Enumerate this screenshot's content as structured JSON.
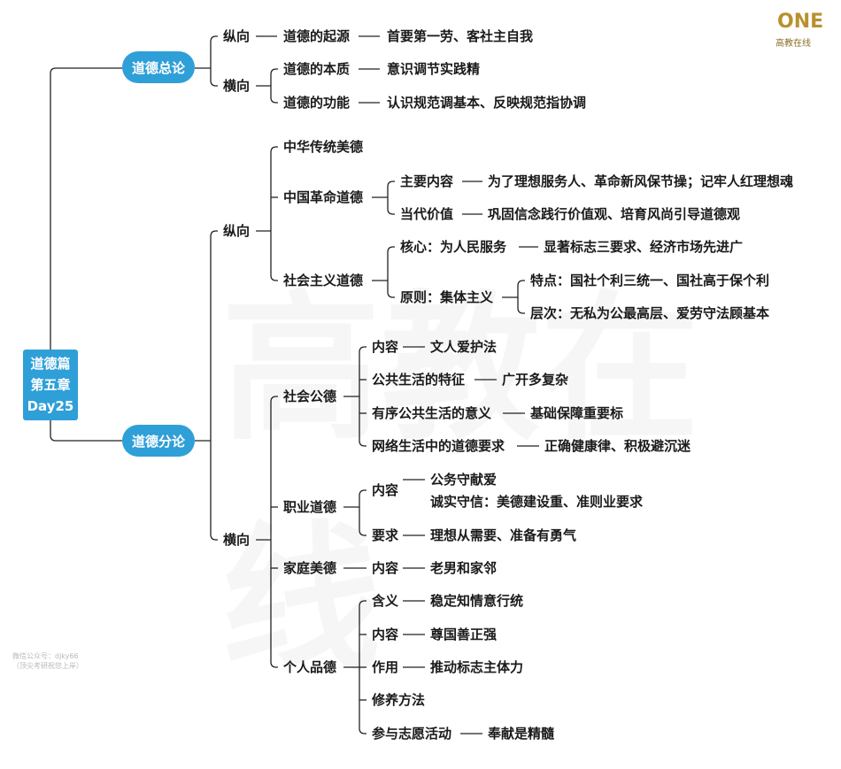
{
  "root": {
    "lines": [
      "道德篇",
      "第五章",
      "Day25"
    ]
  },
  "sections": [
    {
      "label": "道德总论",
      "children": [
        {
          "label": "纵向",
          "children": [
            {
              "label": "道德的起源",
              "children": [
                {
                  "label": "首要第一劳、客社主自我"
                }
              ]
            }
          ]
        },
        {
          "label": "横向",
          "children": [
            {
              "label": "道德的本质",
              "children": [
                {
                  "label": "意识调节实践精"
                }
              ]
            },
            {
              "label": "道德的功能",
              "children": [
                {
                  "label": "认识规范调基本、反映规范指协调"
                }
              ]
            }
          ]
        }
      ]
    },
    {
      "label": "道德分论",
      "children": [
        {
          "label": "纵向",
          "children": [
            {
              "label": "中华传统美德"
            },
            {
              "label": "中国革命道德",
              "children": [
                {
                  "label": "主要内容",
                  "children": [
                    {
                      "label": "为了理想服务人、革命新风保节操；记牢人红理想魂"
                    }
                  ]
                },
                {
                  "label": "当代价值",
                  "children": [
                    {
                      "label": "巩固信念践行价值观、培育风尚引导道德观"
                    }
                  ]
                }
              ]
            },
            {
              "label": "社会主义道德",
              "children": [
                {
                  "label": "核心：为人民服务",
                  "children": [
                    {
                      "label": "显著标志三要求、经济市场先进广"
                    }
                  ]
                },
                {
                  "label": "原则：集体主义",
                  "children": [
                    {
                      "label": "特点：国社个利三统一、国社高于保个利"
                    },
                    {
                      "label": "层次：无私为公最高层、爱劳守法顾基本"
                    }
                  ]
                }
              ]
            }
          ]
        },
        {
          "label": "横向",
          "children": [
            {
              "label": "社会公德",
              "children": [
                {
                  "label": "内容",
                  "children": [
                    {
                      "label": "文人爱护法"
                    }
                  ]
                },
                {
                  "label": "公共生活的特征",
                  "children": [
                    {
                      "label": "广开多复杂"
                    }
                  ]
                },
                {
                  "label": "有序公共生活的意义",
                  "children": [
                    {
                      "label": "基础保障重要标"
                    }
                  ]
                },
                {
                  "label": "网络生活中的道德要求",
                  "children": [
                    {
                      "label": "正确健康律、积极避沉迷"
                    }
                  ]
                }
              ]
            },
            {
              "label": "职业道德",
              "children": [
                {
                  "label": "内容",
                  "children": [
                    {
                      "label": "公务守献爱"
                    },
                    {
                      "label": "诚实守信：美德建设重、准则业要求"
                    }
                  ]
                },
                {
                  "label": "要求",
                  "children": [
                    {
                      "label": "理想从需要、准备有勇气"
                    }
                  ]
                }
              ]
            },
            {
              "label": "家庭美德",
              "children": [
                {
                  "label": "内容",
                  "children": [
                    {
                      "label": "老男和家邻"
                    }
                  ]
                }
              ]
            },
            {
              "label": "个人品德",
              "children": [
                {
                  "label": "含义",
                  "children": [
                    {
                      "label": "稳定知情意行统"
                    }
                  ]
                },
                {
                  "label": "内容",
                  "children": [
                    {
                      "label": "尊国善正强"
                    }
                  ]
                },
                {
                  "label": "作用",
                  "children": [
                    {
                      "label": "推动标志主体力"
                    }
                  ]
                },
                {
                  "label": "修养方法"
                },
                {
                  "label": "参与志愿活动",
                  "children": [
                    {
                      "label": "奉献是精髓"
                    }
                  ]
                }
              ]
            }
          ]
        }
      ]
    }
  ],
  "watermark": {
    "line1": "微信公众号：djky66",
    "line2": "（顶尖考研祝您上岸）"
  },
  "logo": {
    "mark": "ONE",
    "sub": "高教在线"
  },
  "bg_watermark": "高教在线",
  "colors": {
    "accent": "#2f9fd8",
    "line": "#222222",
    "text": "#1a1a1a"
  }
}
